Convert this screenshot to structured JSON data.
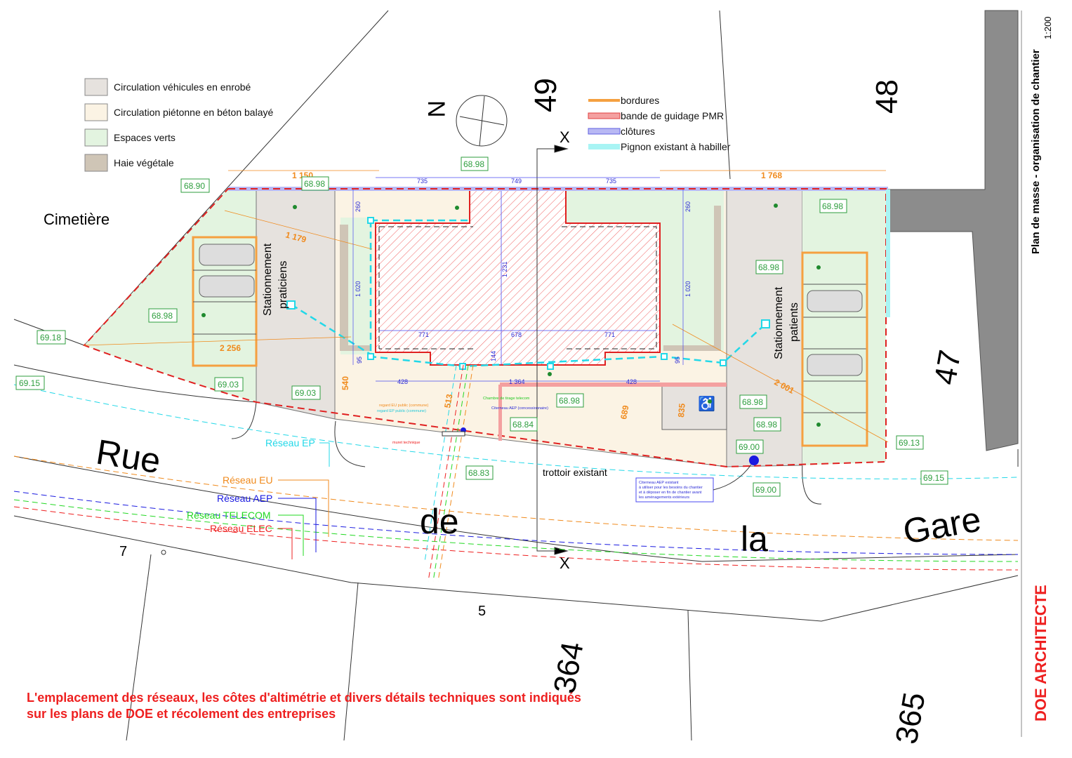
{
  "title": {
    "drawing_title": "Plan de masse - organisation de chantier",
    "scale": "1:200",
    "architect": "DOE ARCHITECTE"
  },
  "legend_surfaces": [
    {
      "label": "Circulation véhicules en enrobé",
      "color": "#e6e2de"
    },
    {
      "label": "Circulation piétonne en béton balayé",
      "color": "#fbf3e4"
    },
    {
      "label": "Espaces verts",
      "color": "#e3f4e0"
    },
    {
      "label": "Haie végétale",
      "color": "#cfc5b6"
    }
  ],
  "legend_lines": [
    {
      "label": "bordures",
      "color": "#f5a040"
    },
    {
      "label": "bande de guidage PMR",
      "color": "#f4a0a0"
    },
    {
      "label": "clôtures",
      "color": "#a8a8f0"
    },
    {
      "label": "Pignon existant à habiller",
      "color": "#a8f4f4"
    }
  ],
  "north_label": "N",
  "section_labels": [
    "X",
    "X"
  ],
  "places": {
    "cemetery": "Cimetière",
    "parking_staff": [
      "Stationnement",
      "praticiens"
    ],
    "parking_patients": [
      "Stationnement",
      "patients"
    ],
    "sidewalk": "trottoir existant",
    "street_words": [
      "Rue",
      "de",
      "la",
      "Gare"
    ]
  },
  "parcel_numbers": [
    "49",
    "48",
    "47",
    "7",
    "5",
    "364",
    "365"
  ],
  "levels": [
    "68.90",
    "68.98",
    "68.98",
    "68.98",
    "68.98",
    "68.98",
    "69.18",
    "69.15",
    "69.03",
    "69.03",
    "68.98",
    "68.84",
    "68.98",
    "68.98",
    "69.00",
    "69.13",
    "68.83",
    "69.00",
    "69.15"
  ],
  "dimensions_orange": [
    "1 150",
    "1 179",
    "2 256",
    "1 768",
    "2 001",
    "540",
    "513",
    "689",
    "835"
  ],
  "dimensions_blue": [
    "735",
    "749",
    "735",
    "260",
    "260",
    "1 020",
    "1 020",
    "1 231",
    "771",
    "678",
    "771",
    "144",
    "95",
    "95",
    "428",
    "1 364",
    "428"
  ],
  "networks": [
    {
      "label": "Réseau EP",
      "color": "#22d8e8"
    },
    {
      "label": "Réseau EU",
      "color": "#f08a1c"
    },
    {
      "label": "Réseau AEP",
      "color": "#1a1ae0"
    },
    {
      "label": "Réseau TELECOM",
      "color": "#22d822"
    },
    {
      "label": "Réseau ELEC",
      "color": "#ee2020"
    }
  ],
  "annotations": {
    "regard_eu": "regard EU public (commune)",
    "regard_ep": "regard EP public (commune)",
    "chambre_telecom": "Chambre de tirage telecom",
    "citerneau_aep": "Citerneau AEP (concessionnaire)",
    "muret": "muret technique",
    "citerneau_note": [
      "Citerneau AEP existant",
      "à utiliser pour les besoins du chantier",
      "et à déposer en fin de chantier avant",
      "les aménagements extérieurs"
    ]
  },
  "note": [
    "L'emplacement des réseaux, les côtes d'altimétrie et divers détails techniques sont indiqués",
    "sur les plans de DOE et récolement des entreprises"
  ]
}
